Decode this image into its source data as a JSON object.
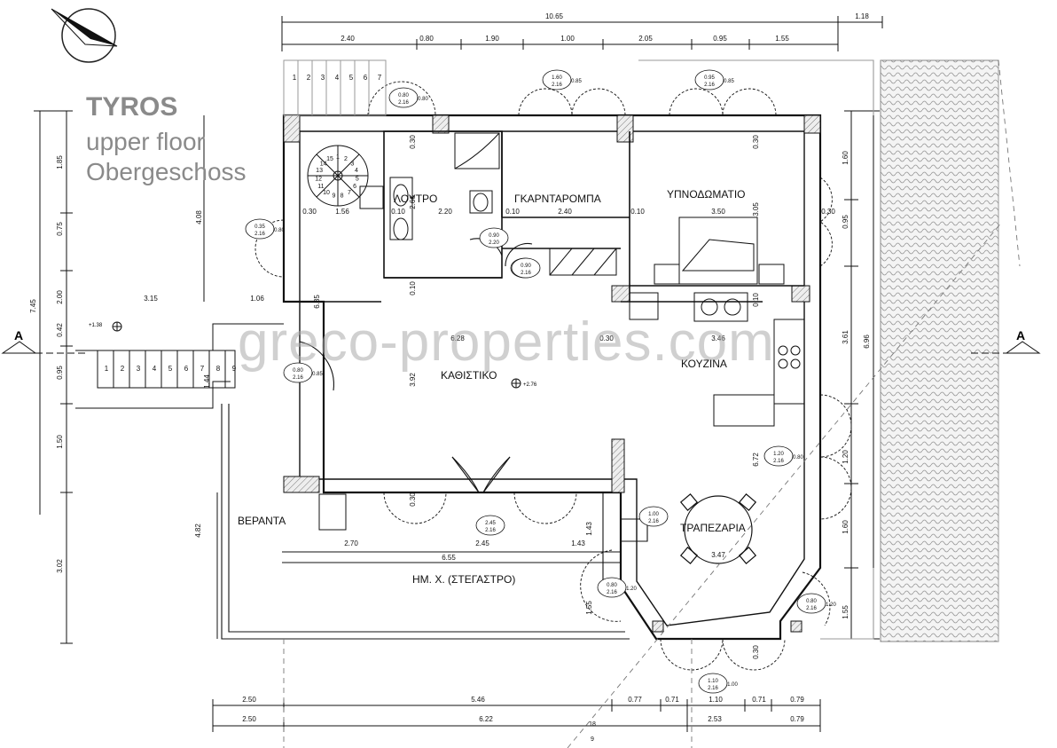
{
  "title": {
    "name": "TYROS",
    "line2": "upper floor",
    "line3": "Obergeschoss"
  },
  "watermark": "greco-properties.com",
  "rooms": {
    "bath": "ΛΟΥΤΡΟ",
    "wardrobe": "ΓΚΑΡΝΤΑΡΟΜΠΑ",
    "bedroom": "ΥΠΝΟΔΩΜΑΤΙΟ",
    "living": "ΚΑΘΙΣΤΙΚΟ",
    "kitchen": "ΚΟΥΖΙΝΑ",
    "veranda": "ΒΕΡΑΝΤΑ",
    "dining": "ΤΡΑΠΕΖΑΡΙΑ",
    "canopy": "ΗΜ. Χ. (ΣΤΕΓΑΣΤΡΟ)"
  },
  "section_mark": "A",
  "levels": {
    "living": "+2.76",
    "stair_landing": "+1.38"
  },
  "dims_top_total": [
    "10.65",
    "1.18"
  ],
  "dims_top": [
    "2.40",
    "0.80",
    "1.90",
    "1.00",
    "2.05",
    "0.95",
    "1.55"
  ],
  "dims_left": [
    "1.85",
    "0.75",
    "2.00",
    "0.42",
    "0.95",
    "1.50",
    "3.02"
  ],
  "dims_left_outer": [
    "7.45"
  ],
  "dims_left_inner": [
    "4.08",
    "4.82"
  ],
  "dims_right": [
    "1.60",
    "0.95",
    "3.61",
    "1.20",
    "1.60",
    "1.55"
  ],
  "dims_right_outer": [
    "6.96"
  ],
  "dims_bottom1": [
    "2.50",
    "5.46",
    "0.77",
    "0.71",
    "1.10",
    "0.71",
    "0.79"
  ],
  "dims_bottom2": [
    "2.50",
    "6.22",
    "2.53",
    "0.79"
  ],
  "dims_inner": [
    "0.30",
    "1.56",
    "0.10",
    "2.20",
    "0.10",
    "2.40",
    "0.10",
    "3.50",
    "0.30",
    "3.15",
    "1.06",
    "6.28",
    "0.30",
    "3.46",
    "2.70",
    "2.45",
    "1.43",
    "6.55",
    "3.47",
    "0.30",
    "0.30",
    "0.10",
    "0.10",
    "2.66",
    "3.05",
    "6.85",
    "3.92",
    "6.72",
    "1.43",
    "1.55",
    "1.44",
    "0.30",
    "0.30"
  ],
  "openings": [
    [
      "0.80",
      "2.16",
      "0.80"
    ],
    [
      "1.60",
      "2.16",
      "0.85"
    ],
    [
      "0.95",
      "2.16",
      "0.85"
    ],
    [
      "0.35",
      "2.16",
      "0.80"
    ],
    [
      "0.80",
      "2.16",
      "0.85"
    ],
    [
      "0.90",
      "2.20"
    ],
    [
      "0.85",
      "2.20"
    ],
    [
      "0.90",
      "2.16"
    ],
    [
      "2.45",
      "2.16"
    ],
    [
      "1.00",
      "2.16"
    ],
    [
      "1.20",
      "2.16",
      "0.80"
    ],
    [
      "1.10",
      "2.16",
      "1.00"
    ],
    [
      "0.80",
      "2.16",
      "1.20"
    ],
    [
      "0.80",
      "2.16",
      "1.20"
    ]
  ],
  "stair_steps": [
    "1",
    "2",
    "3",
    "4",
    "5",
    "6",
    "7",
    "8",
    "9"
  ],
  "spiral_steps": [
    "1",
    "2",
    "3",
    "4",
    "5",
    "6",
    "7",
    "8",
    "9",
    "10",
    "11",
    "12",
    "13",
    "14",
    "15"
  ],
  "bottom_marks": [
    "18",
    "9"
  ]
}
